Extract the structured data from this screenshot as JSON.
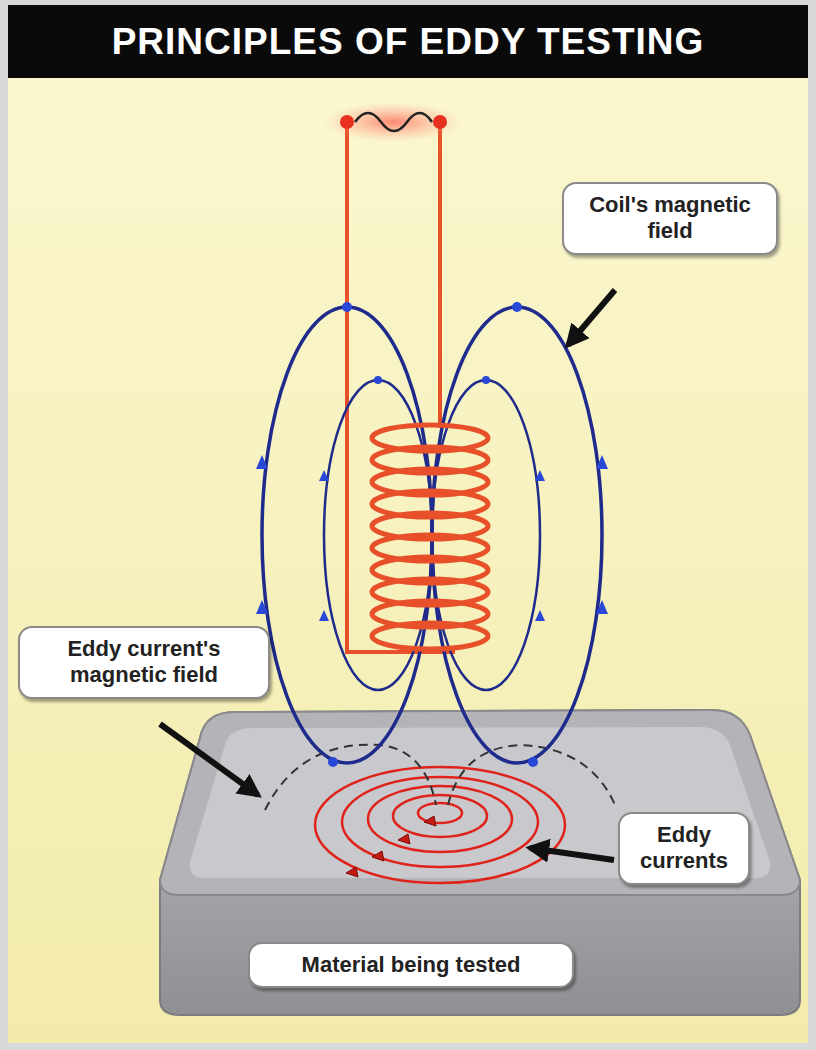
{
  "diagram": {
    "title": "PRINCIPLES OF EDDY TESTING",
    "nodes": [
      {
        "text": [
          "Coil's magnetic field"
        ]
      },
      {
        "text": [
          "Eddy current's magnetic field"
        ]
      },
      {
        "text": [
          "Eddy currents"
        ]
      },
      {
        "text": [
          "Material being tested"
        ]
      }
    ]
  }
}
